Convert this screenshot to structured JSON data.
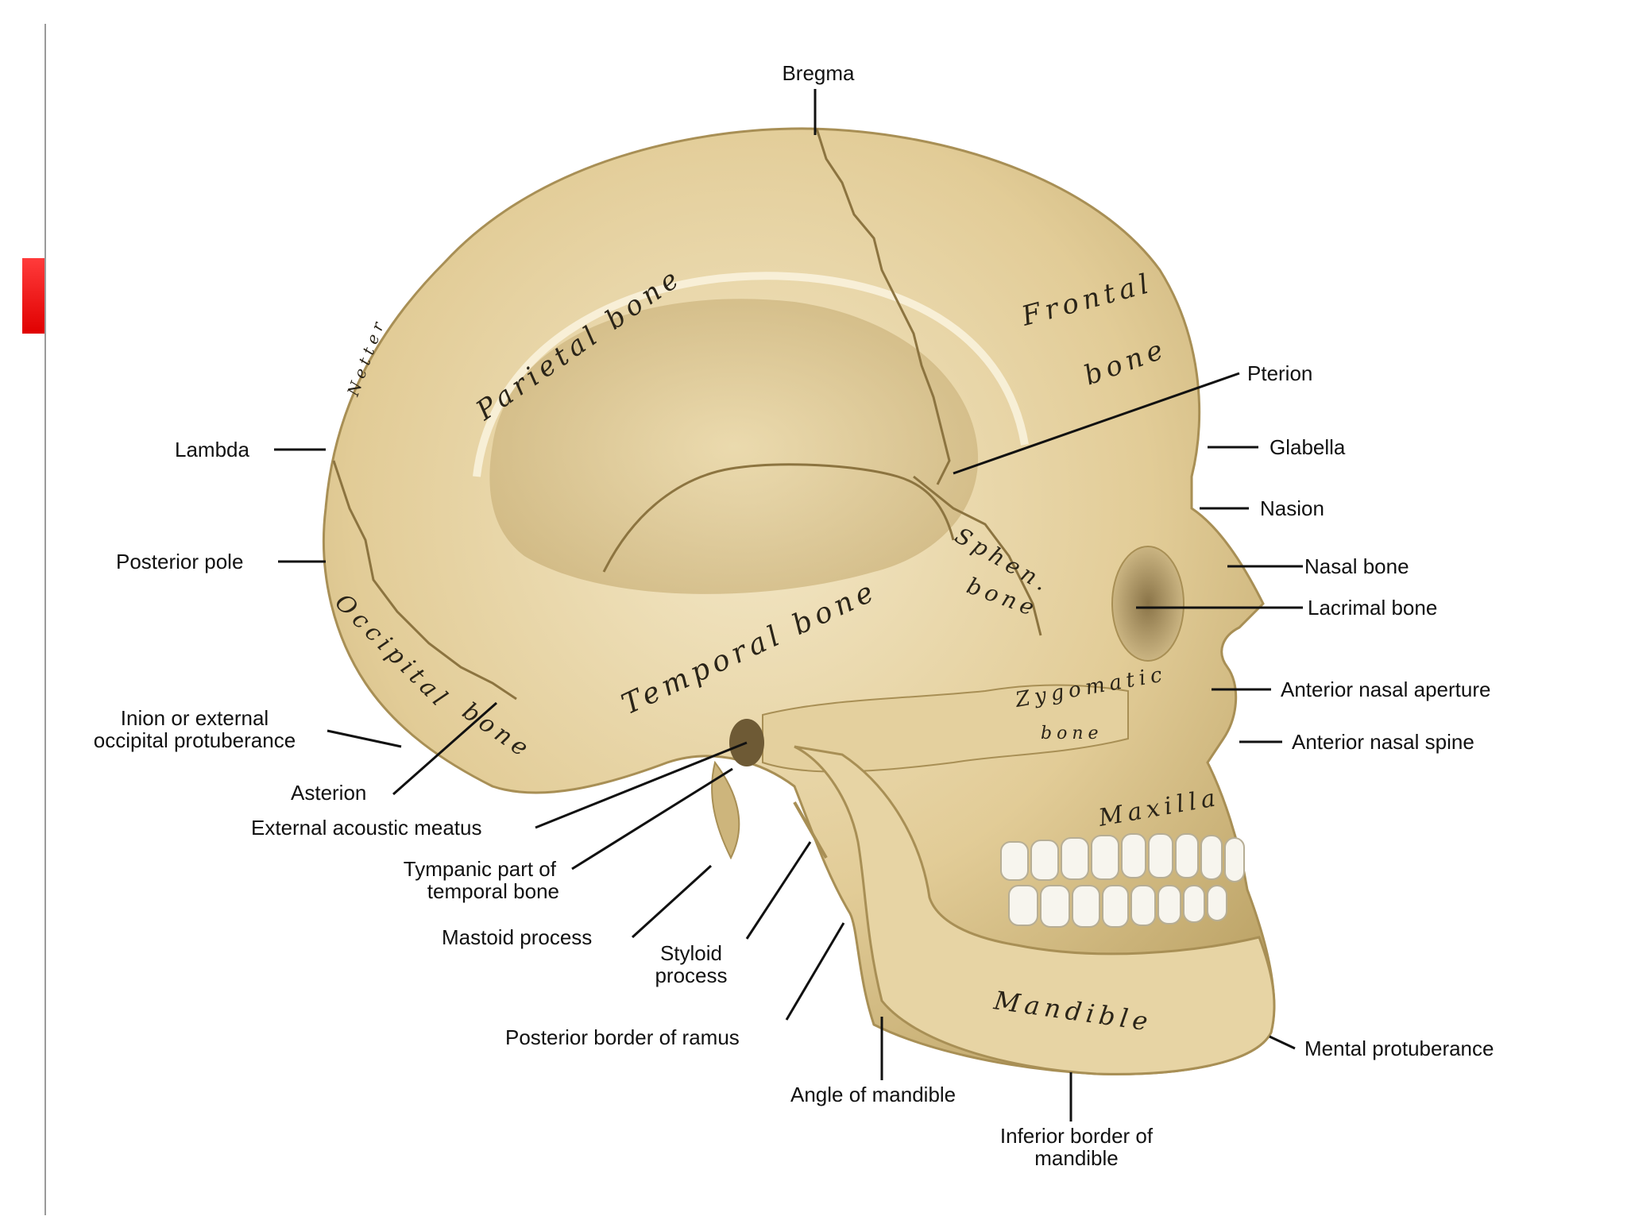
{
  "labels": {
    "bregma": "Bregma",
    "pterion": "Pterion",
    "glabella": "Glabella",
    "nasion": "Nasion",
    "nasal_bone": "Nasal bone",
    "lacrimal_bone": "Lacrimal bone",
    "anterior_nasal_aperture": "Anterior nasal aperture",
    "anterior_nasal_spine": "Anterior nasal spine",
    "mental_protuberance": "Mental protuberance",
    "inferior_border_line1": "Inferior border of",
    "inferior_border_line2": "mandible",
    "angle_of_mandible": "Angle of mandible",
    "posterior_border_of_ramus": "Posterior border of ramus",
    "styloid_line1": "Styloid",
    "styloid_line2": "process",
    "mastoid_process": "Mastoid process",
    "tympanic_line1": "Tympanic part of",
    "tympanic_line2": "temporal bone",
    "external_acoustic_meatus": "External acoustic meatus",
    "asterion": "Asterion",
    "inion_line1": "Inion or external",
    "inion_line2": "occipital protuberance",
    "posterior_pole": "Posterior pole",
    "lambda": "Lambda"
  },
  "bone_names": {
    "parietal": "Parietal bone",
    "frontal_line1": "Frontal",
    "frontal_line2": "bone",
    "temporal": "Temporal bone",
    "occipital_line1": "Occipital",
    "occipital_line2": "bone",
    "sphen_line1": "Sphen.",
    "sphen_line2": "bone",
    "zygomatic_line1": "Zygomatic",
    "zygomatic_line2": "bone",
    "maxilla": "Maxilla",
    "mandible": "Mandible"
  },
  "signature": "Netter",
  "colors": {
    "bone_light": "#efe2bd",
    "bone_mid": "#d9c38c",
    "bone_dark": "#b39a5e",
    "leader": "#111111",
    "accent_tab": "#e60000"
  }
}
